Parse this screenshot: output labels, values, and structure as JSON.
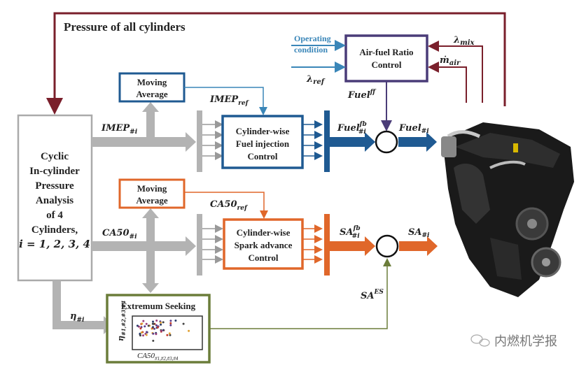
{
  "title": "Pressure of all cylinders",
  "colors": {
    "dark_red": "#7a1f2b",
    "navy": "#1f5a92",
    "purple": "#4a3c78",
    "orange": "#e0672a",
    "gray": "#b3b3b3",
    "green": "#6b7d3a",
    "light_blue": "#3a86b8",
    "black": "#111111"
  },
  "blocks": {
    "analysis": [
      "Cyclic",
      "In-cylinder",
      "Pressure",
      "Analysis",
      "of 4",
      "Cylinders,",
      "i = 1, 2, 3, 4"
    ],
    "moving_average_top": [
      "Moving",
      "Average"
    ],
    "moving_average_bottom": [
      "Moving",
      "Average"
    ],
    "fuel_control": [
      "Cylinder-wise",
      "Fuel injection",
      "Control"
    ],
    "spark_control": [
      "Cylinder-wise",
      "Spark advance",
      "Control"
    ],
    "afr_control": [
      "Air-fuel Ratio",
      "Control"
    ],
    "extremum_seeking": "Extremum Seeking"
  },
  "signals": {
    "imep_i": {
      "base": "IMEP",
      "sub": "#i"
    },
    "imep_ref": {
      "base": "IMEP",
      "sub": "ref"
    },
    "ca50_i": {
      "base": "CA50",
      "sub": "#i"
    },
    "ca50_ref": {
      "base": "CA50",
      "sub": "ref"
    },
    "eta_i": {
      "base": "η",
      "sub": "#i"
    },
    "fuel_fb": {
      "base": "Fuel",
      "sup": "fb",
      "sub": "#i"
    },
    "fuel_i": {
      "base": "Fuel",
      "sub": "#i"
    },
    "fuel_ff": {
      "base": "Fuel",
      "sup": "ff"
    },
    "sa_fb": {
      "base": "SA",
      "sup": "fb",
      "sub": "#i"
    },
    "sa_i": {
      "base": "SA",
      "sub": "#i"
    },
    "sa_es": {
      "base": "SA",
      "sup": "ES"
    },
    "lambda_ref": {
      "base": "λ",
      "sub": "ref"
    },
    "lambda_mix": {
      "base": "λ",
      "sub": "mix"
    },
    "m_air": {
      "base": "ṁ",
      "sub": "air"
    },
    "operating_condition": [
      "Operating",
      "condition"
    ]
  },
  "mini_plot": {
    "xlabel_base": "CA50",
    "xlabel_sub": "#1,#2,#3,#4",
    "ylabel_base": "η",
    "ylabel_sub": "#1,#2,#3,#4"
  },
  "watermark": "内燃机学报"
}
